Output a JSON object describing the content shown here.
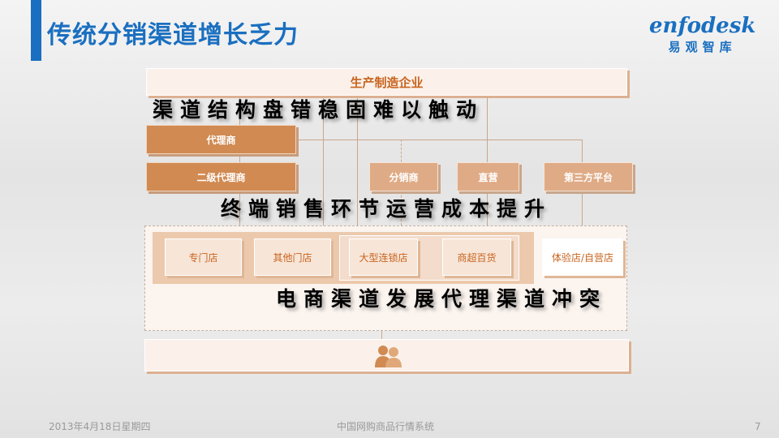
{
  "title": "传统分销渠道增长乏力",
  "logo": {
    "en": "enfodesk",
    "cn": "易观智库"
  },
  "diagram": {
    "top": "生产制造企业",
    "agent": "代理商",
    "row2": [
      "二级代理商",
      "分销商",
      "直营",
      "第三方平台"
    ],
    "stores": [
      "专门店",
      "其他门店",
      "大型连锁店",
      "商超百货",
      "体验店/自营店"
    ]
  },
  "overlays": [
    "渠道结构盘错稳固难以触动",
    "终端销售环节运营成本提升",
    "电商渠道发展代理渠道冲突"
  ],
  "footer": {
    "date": "2013年4月18日星期四",
    "center": "中国网购商品行情系统",
    "page": "7"
  }
}
